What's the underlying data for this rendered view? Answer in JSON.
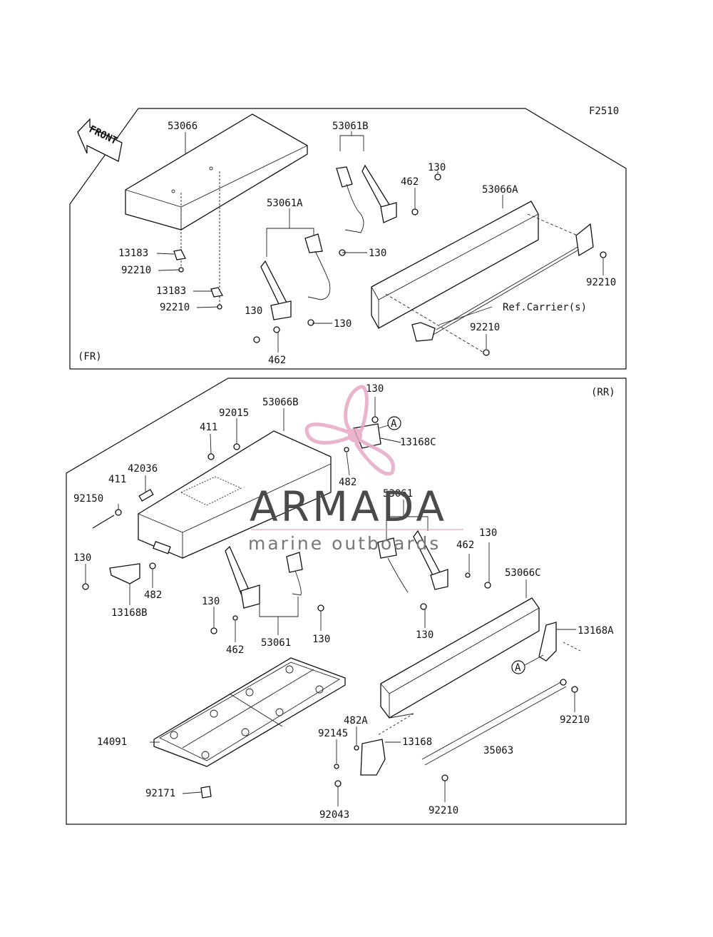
{
  "figure_code": "F2510",
  "sections": {
    "front": "(FR)",
    "rear": "(RR)"
  },
  "front_arrow": "FRONT",
  "reference_note": "Ref.Carrier(s)",
  "callout_letter": "A",
  "watermark": {
    "brand": "ARMADA",
    "tagline": "marine outboards",
    "color": "#e6a8c4"
  },
  "fr_labels": [
    "53066",
    "53061B",
    "130",
    "462",
    "53066A",
    "53061A",
    "130",
    "13183",
    "92210",
    "13183",
    "92210",
    "130",
    "130",
    "462",
    "92210",
    "92210"
  ],
  "rr_labels": [
    "130",
    "53066B",
    "92015",
    "411",
    "42036",
    "411",
    "92150",
    "13168C",
    "482",
    "53061",
    "130",
    "462",
    "130",
    "482",
    "13168B",
    "130",
    "462",
    "53061",
    "130",
    "130",
    "53066C",
    "13168A",
    "92210",
    "14091",
    "482A",
    "92145",
    "13168",
    "35063",
    "92171",
    "92043",
    "92210"
  ]
}
